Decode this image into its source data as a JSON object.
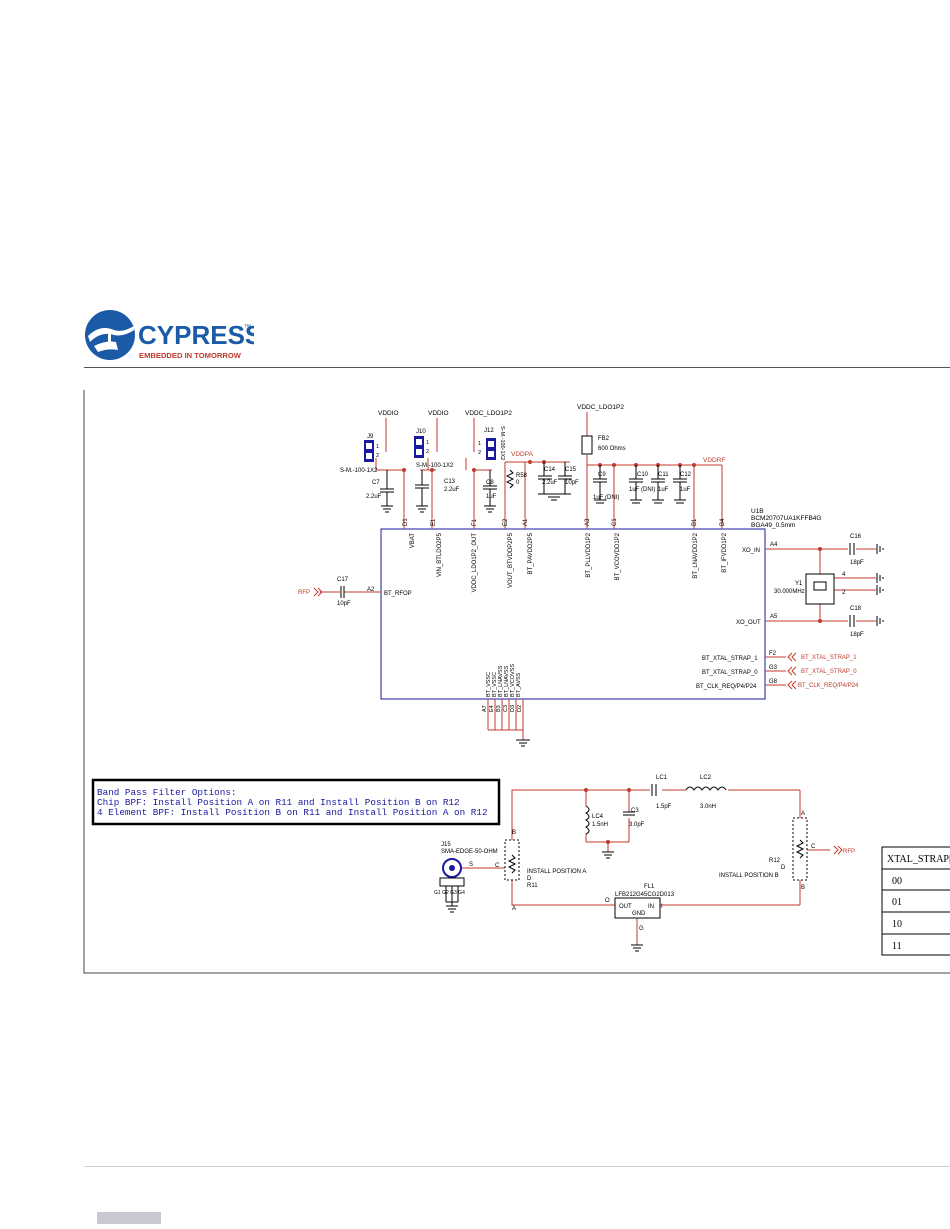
{
  "brand": {
    "name": "CYPRESS",
    "tagline": "EMBEDDED IN TOMORROW",
    "trademark": "™",
    "colors": {
      "blue": "#1a5aa6",
      "red": "#c0392b"
    }
  },
  "power_nets": {
    "vddio_1": "VDDIO",
    "vddio_2": "VDDIO",
    "vddc_ldo_1": "VDDC_LDO1P2",
    "vddc_ldo_2": "VDDC_LDO1P2",
    "vddpa": "VDDPA",
    "vddrf": "VDDRF"
  },
  "jumpers": {
    "j9": {
      "ref": "J9",
      "part": "S-M.-100-1X2",
      "pins": [
        "1",
        "2"
      ]
    },
    "j10": {
      "ref": "J10",
      "part": "S-M.-100-1X2",
      "pins": [
        "1",
        "2"
      ]
    },
    "j12": {
      "ref": "J12",
      "part": "S-M.-100-1X2",
      "pins": [
        "1",
        "2"
      ]
    }
  },
  "capacitors": {
    "c7": {
      "ref": "C7",
      "value": "2.2uF"
    },
    "c13": {
      "ref": "C13",
      "value": "2.2uF"
    },
    "c8": {
      "ref": "C8",
      "value": "1uF"
    },
    "c14": {
      "ref": "C14",
      "value": "2.2uF"
    },
    "c15": {
      "ref": "C15",
      "value": "10pF"
    },
    "c9": {
      "ref": "C9",
      "value": "1uF (DNI)"
    },
    "c10": {
      "ref": "C10",
      "value": "1uF (DNI)"
    },
    "c11": {
      "ref": "C11",
      "value": "1uF"
    },
    "c12": {
      "ref": "C12",
      "value": "1uF"
    },
    "c16": {
      "ref": "C16",
      "value": "18pF"
    },
    "c18": {
      "ref": "C18",
      "value": "18pF"
    },
    "c17": {
      "ref": "C17",
      "value": "10pF"
    },
    "c3": {
      "ref": "C3",
      "value": "3.0pF"
    }
  },
  "resistor_r58": {
    "ref": "R58",
    "value": "0"
  },
  "ferrite_fb2": {
    "ref": "FB2",
    "value": "600 Ohms"
  },
  "chip": {
    "ref": "U1B",
    "part": "BCM20707UA1KFFB4G",
    "package": "BGA49_0.5mm",
    "top_pins": [
      {
        "num": "D1",
        "name": "VBAT"
      },
      {
        "num": "E1",
        "name": "VIN_BTLDO2P5"
      },
      {
        "num": "F1",
        "name": "VDDC_LDO1P2_OUT"
      },
      {
        "num": "E2",
        "name": "VOUT_BTVDDP2P5"
      },
      {
        "num": "A1",
        "name": "BT_PAVDD2P5"
      },
      {
        "num": "A3",
        "name": "BT_PLLVDD1P2"
      },
      {
        "num": "C1",
        "name": "BT_VCOVDD1P2"
      },
      {
        "num": "B1",
        "name": "BT_LNAVDD1P2"
      },
      {
        "num": "B4",
        "name": "BT_IFVDD1P2"
      }
    ],
    "bottom_pins": [
      {
        "num": "A7",
        "name": "BT_VSSC"
      },
      {
        "num": "E4",
        "name": "BT_VSSC"
      },
      {
        "num": "B3",
        "name": "BT_LNAVSS"
      },
      {
        "num": "C3",
        "name": "BT_LNAVSS"
      },
      {
        "num": "D3",
        "name": "BT_VCOVSS"
      },
      {
        "num": "D2",
        "name": "BT_AVSS"
      }
    ],
    "rf_pin": {
      "num": "A2",
      "name": "BT_RFOP"
    },
    "xo_in": {
      "num": "A4",
      "name": "XO_IN"
    },
    "xo_out": {
      "num": "A5",
      "name": "XO_OUT"
    },
    "right_pins": [
      {
        "num": "F2",
        "name": "BT_XTAL_STRAP_1",
        "net": "BT_XTAL_STRAP_1"
      },
      {
        "num": "G3",
        "name": "BT_XTAL_STRAP_0",
        "net": "BT_XTAL_STRAP_0"
      },
      {
        "num": "G8",
        "name": "BT_CLK_REQ/P4/P24",
        "net": "BT_CLK_REQ/P4/P24"
      }
    ]
  },
  "crystal": {
    "ref": "Y1",
    "value": "30.000MHz",
    "pin_a": "4",
    "pin_b": "2"
  },
  "rf_net": "RFP",
  "rf_net_2": "RFP",
  "note": {
    "title": "Band Pass Filter Options:",
    "line1": "Chip BPF: Install Position A on R11 and Install Position B on R12",
    "line2": "4 Element BPF: Install Position B on R11 and Install Position A on R12"
  },
  "connector": {
    "ref": "J15",
    "part": "SMA-EDGE-50-OHM",
    "pin_s": "S",
    "gnd_pins": "G1 G2 G3 G4"
  },
  "r11": {
    "ref": "R11",
    "label": "INSTALL POSITION A",
    "pin_a": "A",
    "pin_b": "B",
    "pin_c": "C",
    "pin_d": "D"
  },
  "r12": {
    "ref": "R12",
    "label": "INSTALL POSITION B",
    "pin_a": "A",
    "pin_b": "B",
    "pin_c": "C",
    "pin_d": "D"
  },
  "inductors": {
    "lc1": {
      "ref": "LC1",
      "value": "1.5pF"
    },
    "lc2": {
      "ref": "LC2",
      "value": "3.0nH"
    },
    "lc4": {
      "ref": "LC4",
      "value": "1.5nH"
    }
  },
  "filter": {
    "ref": "FL1",
    "part": "LFB212G45CG2D013",
    "out": "OUT",
    "in": "IN",
    "gnd": "GND",
    "pin_o": "O",
    "pin_i": "I",
    "pin_g": "G"
  },
  "strap_table": {
    "header": "XTAL_STRAP[",
    "rows": [
      "00",
      "01",
      "10",
      "11"
    ]
  }
}
